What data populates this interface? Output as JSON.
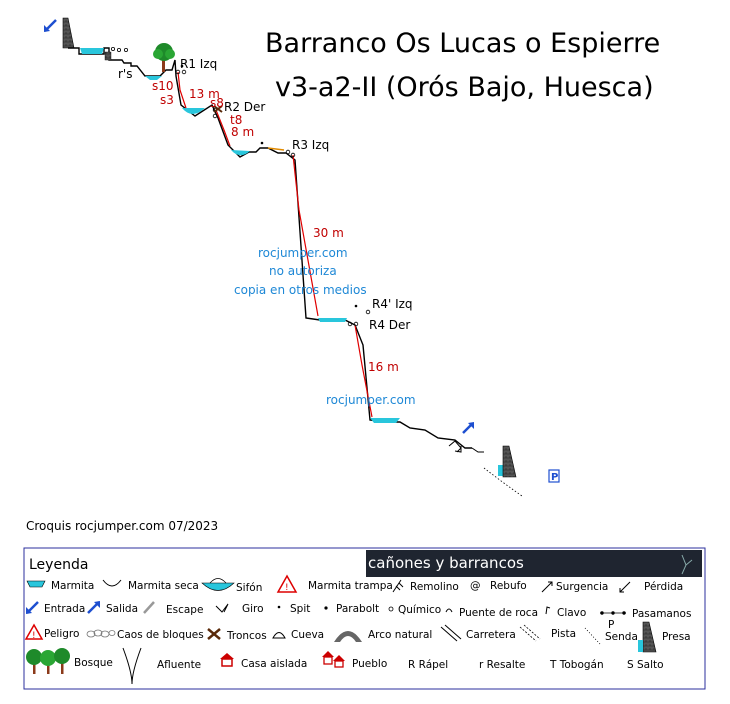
{
  "title": {
    "line1": "Barranco Os Lucas o Espierre",
    "line2": "v3-a2-II (Orós Bajo, Huesca)"
  },
  "anchors": {
    "r1": "R1 Izq",
    "r2": "R2 Der",
    "r3": "R3 Izq",
    "r4p": "R4' Izq",
    "r4": "R4 Der",
    "rs": "r's"
  },
  "drops": {
    "s10": "s10",
    "s3": "s3",
    "m13": "13 m",
    "s8": "s8",
    "t8": "t8",
    "m8": "8 m",
    "m30": "30 m",
    "m16": "16 m"
  },
  "watermark": {
    "line1": "rocjumper.com",
    "line2": "no autoriza",
    "line3": "copia en otros medios",
    "line4": "rocjumper.com"
  },
  "credit": "Croquis rocjumper.com 07/2023",
  "legend": {
    "title": "Leyenda",
    "banner": "cañones y barrancos",
    "items": {
      "marmita": "Marmita",
      "marmita_seca": "Marmita seca",
      "sifon": "Sifón",
      "marmita_trampa": "Marmita trampa",
      "remolino": "Remolino",
      "rebufo": "Rebufo",
      "surgencia": "Surgencia",
      "perdida": "Pérdida",
      "entrada": "Entrada",
      "salida": "Salida",
      "escape": "Escape",
      "giro": "Giro",
      "spit": "Spit",
      "parabolt": "Parabolt",
      "quimico": "Químico",
      "puente_roca": "Puente de roca",
      "clavo": "Clavo",
      "pasamanos": "Pasamanos",
      "peligro": "Peligro",
      "caos": "Caos de bloques",
      "troncos": "Troncos",
      "cueva": "Cueva",
      "arco": "Arco natural",
      "carretera": "Carretera",
      "pista": "Pista",
      "senda_p": "P",
      "senda": "Senda",
      "presa": "Presa",
      "bosque": "Bosque",
      "afluente": "Afluente",
      "casa": "Casa aislada",
      "pueblo": "Pueblo",
      "rapel": "R Rápel",
      "resalte": "r Resalte",
      "tobogan": "T Tobogán",
      "salto": "S Salto"
    }
  },
  "parking_label": "P",
  "colors": {
    "water": "#29c6dc",
    "rope": "#e00000",
    "text_red": "#c00000",
    "watermark": "#1e88d6",
    "entry_arrow": "#1e4fd0",
    "banner_bg": "#1f2530",
    "legend_border": "#2b2f9c"
  }
}
